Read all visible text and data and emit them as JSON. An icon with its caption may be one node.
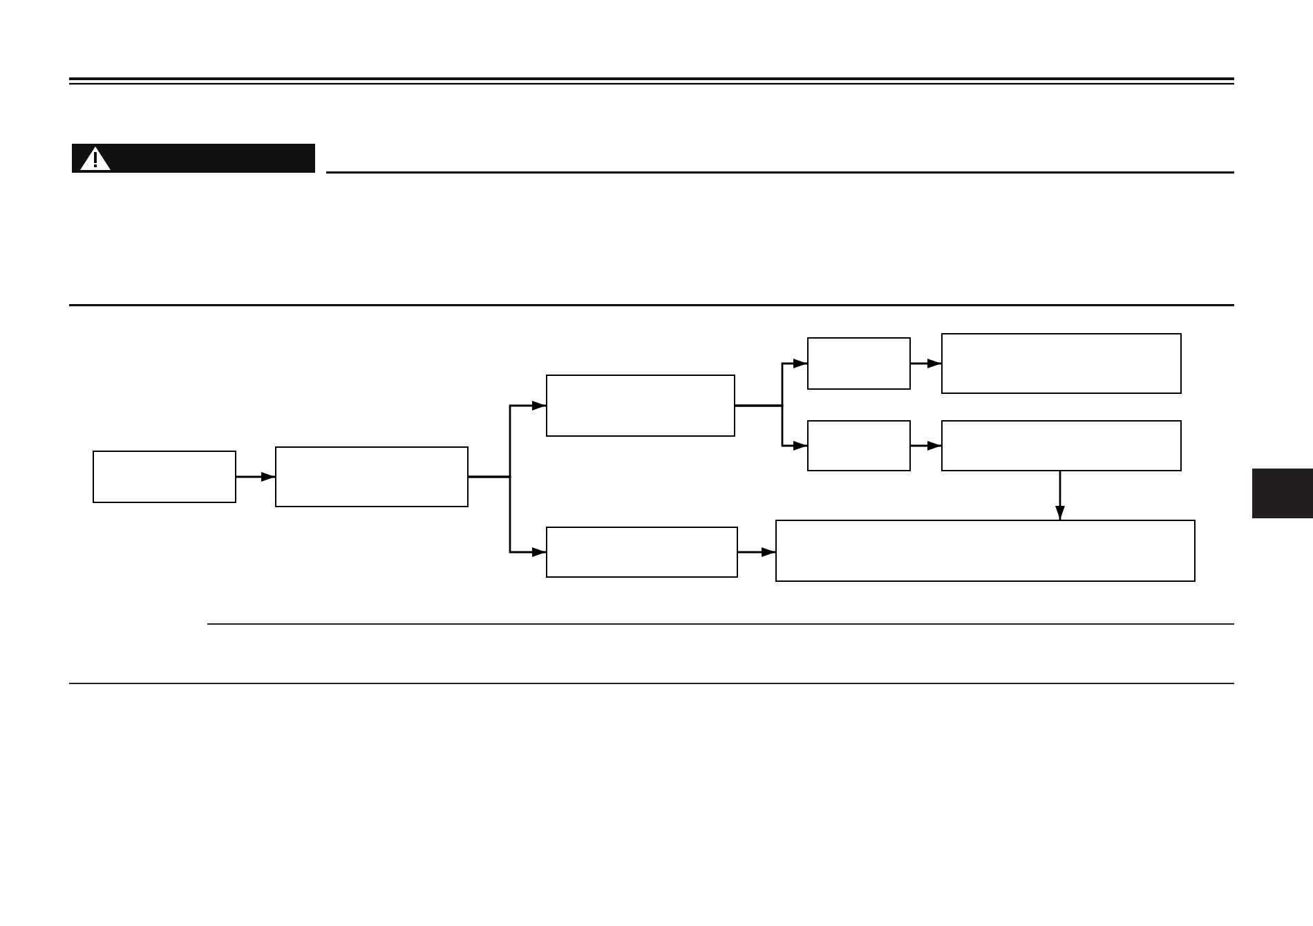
{
  "diagram": {
    "nodes": [
      {
        "text": [],
        "shape": "box"
      },
      {
        "text": [],
        "shape": "box"
      },
      {
        "text": [],
        "shape": "box"
      },
      {
        "text": [],
        "shape": "box"
      },
      {
        "text": [],
        "shape": "box"
      },
      {
        "text": [],
        "shape": "box"
      },
      {
        "text": [],
        "shape": "box"
      },
      {
        "text": [],
        "shape": "box"
      },
      {
        "text": [],
        "shape": "box"
      }
    ],
    "edges": [
      {
        "from": 0,
        "to": 1,
        "arrow": "to"
      },
      {
        "from": 1,
        "to": 2,
        "arrow": "to"
      },
      {
        "from": 1,
        "to": 3,
        "arrow": "to"
      },
      {
        "from": 2,
        "to": 4,
        "arrow": "to"
      },
      {
        "from": 2,
        "to": 5,
        "arrow": "to"
      },
      {
        "from": 4,
        "to": 6,
        "arrow": "to"
      },
      {
        "from": 5,
        "to": 7,
        "arrow": "to"
      },
      {
        "from": 7,
        "to": 8,
        "arrow": "to"
      },
      {
        "from": 3,
        "to": 8,
        "arrow": "to"
      }
    ]
  }
}
